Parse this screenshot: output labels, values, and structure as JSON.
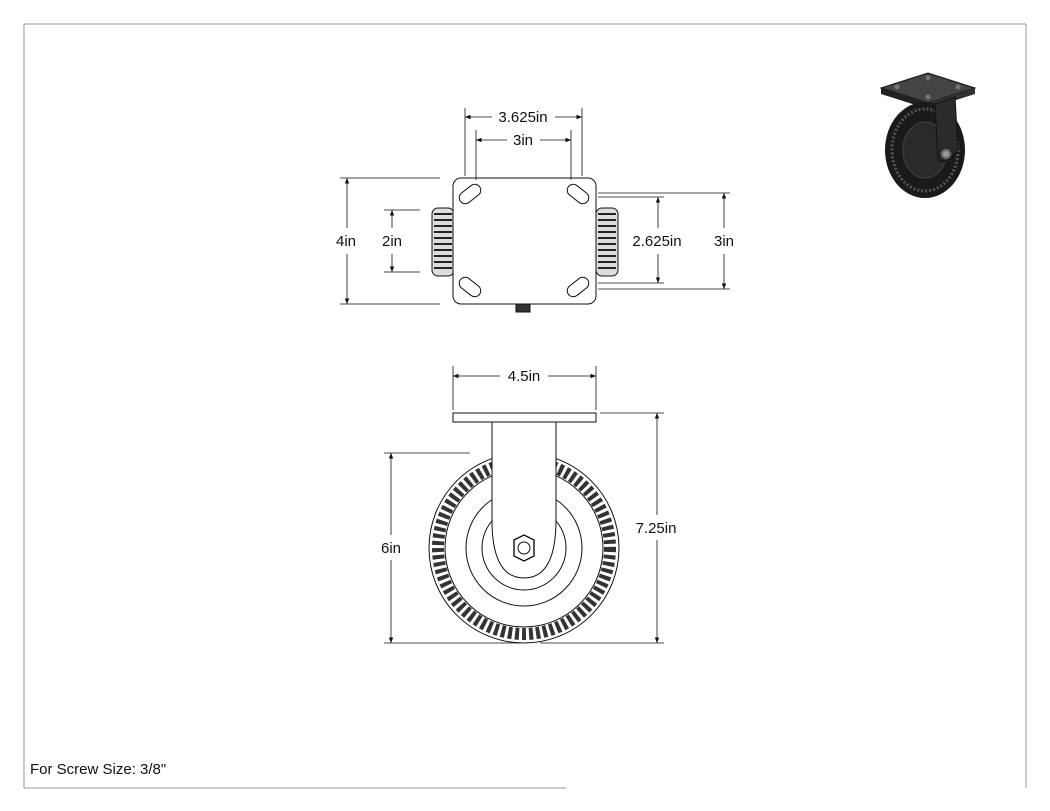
{
  "top_view": {
    "width_outer": "3.625in",
    "width_inner": "3in",
    "height_outer": "4in",
    "height_inner": "2in",
    "right_inner": "2.625in",
    "right_outer": "3in"
  },
  "side_view": {
    "plate_width": "4.5in",
    "overall_height": "7.25in",
    "wheel_diameter": "6in"
  },
  "note": "For Screw Size: 3/8\"",
  "colors": {
    "line": "#111111",
    "dark": "#1a1a1a",
    "frame": "#999999"
  },
  "icons": [
    "caster-3d-thumbnail-icon"
  ]
}
